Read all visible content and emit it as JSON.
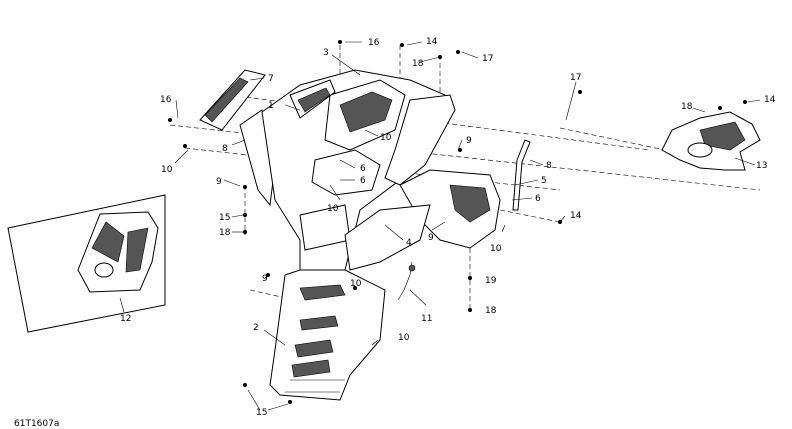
{
  "figure_id": "61T1607a",
  "callouts": {
    "c16_top": "16",
    "c14_top": "14",
    "c17_top": "17",
    "c3": "3",
    "c18_top": "18",
    "c16_left": "16",
    "c7": "7",
    "c1": "1",
    "c8_left": "8",
    "c10_left": "10",
    "c9_left": "9",
    "c15_mid": "15",
    "c18_mid": "18",
    "c10_mid": "10",
    "c6_a": "6",
    "c6_b": "6",
    "c10_c": "10",
    "c9_c": "9",
    "c17_right": "17",
    "c8_right": "8",
    "c5": "5",
    "c6_right": "6",
    "c14_right": "14",
    "c9_low": "9",
    "c4": "4",
    "c10_right": "10",
    "c18_right": "18",
    "c14_far": "14",
    "c13": "13",
    "c12": "12",
    "c9_bottom": "9",
    "c10_bottom": "10",
    "c19": "19",
    "c18_low": "18",
    "c11": "11",
    "c2": "2",
    "c10_lower": "10",
    "c15_bottom": "15"
  }
}
